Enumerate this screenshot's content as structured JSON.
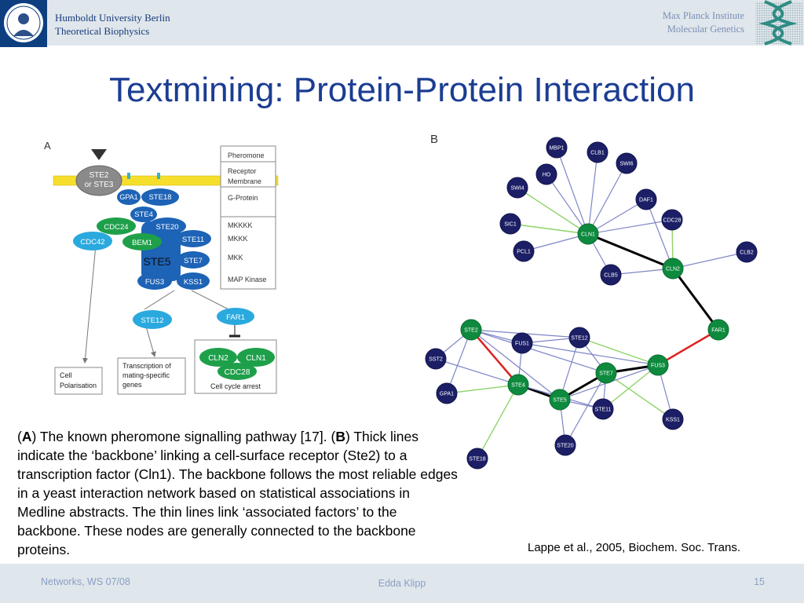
{
  "header": {
    "university_line1": "Humboldt University Berlin",
    "university_line2": "Theoretical Biophysics",
    "institute_line1": "Max Planck Institute",
    "institute_line2": "Molecular Genetics"
  },
  "title": "Textmining: Protein-Protein Interaction",
  "figure_a": {
    "panel_label": "A",
    "layer_labels": {
      "pheromone": "Pheromone",
      "receptor": "Receptor",
      "membrane": "Membrane",
      "gprotein": "G-Protein",
      "mkkkk": "MKKKK",
      "mkkk": "MKKK",
      "mkk": "MKK",
      "mapk": "MAP Kinase"
    },
    "nodes": {
      "ste2_line1": "STE2",
      "ste2_line2": "or STE3",
      "gpa1": "GPA1",
      "ste18": "STE18",
      "ste4": "STE4",
      "cdc24": "CDC24",
      "ste20": "STE20",
      "cdc42": "CDC42",
      "bem1": "BEM1",
      "ste11": "STE11",
      "ste5": "STE5",
      "ste7": "STE7",
      "fus3": "FUS3",
      "kss1": "KSS1",
      "ste12": "STE12",
      "far1": "FAR1",
      "cln2": "CLN2",
      "cln1": "CLN1",
      "cdc28": "CDC28"
    },
    "outcomes": {
      "polar_line1": "Cell",
      "polar_line2": "Polarisation",
      "trans_line1": "Transcription of",
      "trans_line2": "mating-specific",
      "trans_line3": "genes",
      "arrest": "Cell cycle arrest"
    }
  },
  "figure_b": {
    "panel_label": "B",
    "nodes": {
      "mbp1": "MBP1",
      "cln3": "CLB1",
      "swi6": "SWI6",
      "ho": "HO",
      "swi4": "SWI4",
      "daf1": "DAF1",
      "sic1": "SIC1",
      "cdc28": "CDC28",
      "cln1": "CLN1",
      "pcl1": "PCL1",
      "cln2": "CLN2",
      "clb2": "CLB2",
      "clb5": "CLB5",
      "far1": "FAR1",
      "ste2": "STE2",
      "fus1": "FUS1",
      "ste12": "STE12",
      "sst2": "SST2",
      "ste7": "STE7",
      "fus3": "FUS3",
      "ste4": "STE4",
      "gpa1": "GPA1",
      "ste5": "STE5",
      "ste11": "STE11",
      "kss1": "KSS1",
      "ste20": "STE20",
      "ste18": "STE18"
    }
  },
  "caption": {
    "open_paren_a": "(",
    "label_a": "A",
    "text_a": ") The known pheromone signalling pathway [17]. (",
    "label_b": "B",
    "text_b": ") Thick lines indicate the ‘backbone’ linking a cell-surface receptor (Ste2) to a transcription factor (Cln1). The backbone follows the most reliable edges in a yeast interaction network based on statistical associations in Medline abstracts. The thin lines link ‘associated factors’ to the backbone. These nodes are generally connected to the backbone proteins."
  },
  "citation": "Lappe et al., 2005, Biochem. Soc. Trans.",
  "footer": {
    "left": "Networks, WS 07/08",
    "center": "Edda Klipp",
    "right": "15"
  },
  "colors": {
    "header_bg": "#dfe6ec",
    "title": "#1b3d92",
    "network_green": "#0e8a3e",
    "network_navy": "#1c1f66",
    "backbone": "#000000",
    "red_edge": "#e02020",
    "green_edge": "#8fd46a",
    "blue_edge": "#7e86c6"
  },
  "icons": {
    "university_logo": "humboldt-seal",
    "institute_logo": "dna-helix-logo"
  }
}
